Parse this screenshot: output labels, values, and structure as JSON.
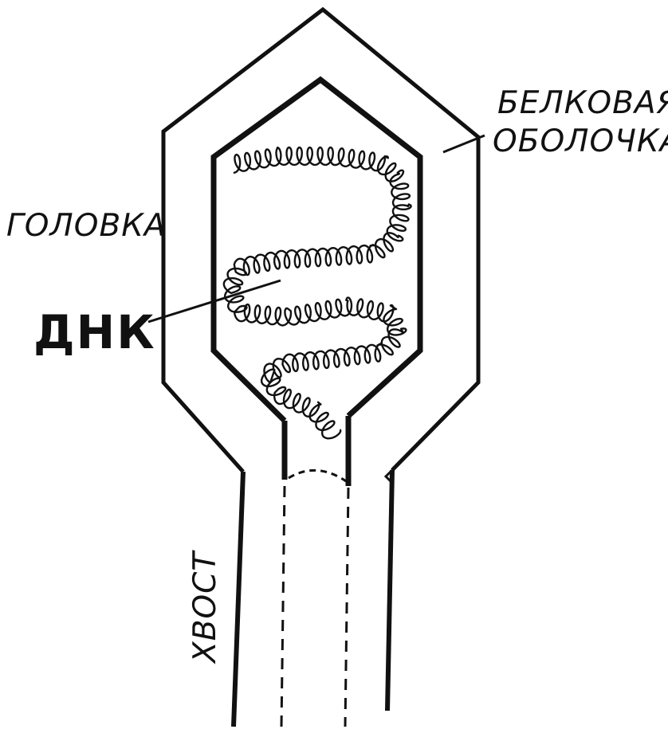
{
  "labels": {
    "head": "ГОЛОВКА",
    "protein_shell_line1": "БЕЛКОВАЯ",
    "protein_shell_line2": "ОБОЛОЧКА",
    "dna": "ДНК",
    "tail": "ХВОСТ"
  },
  "colors": {
    "ink": "#111111",
    "background": "#ffffff"
  }
}
